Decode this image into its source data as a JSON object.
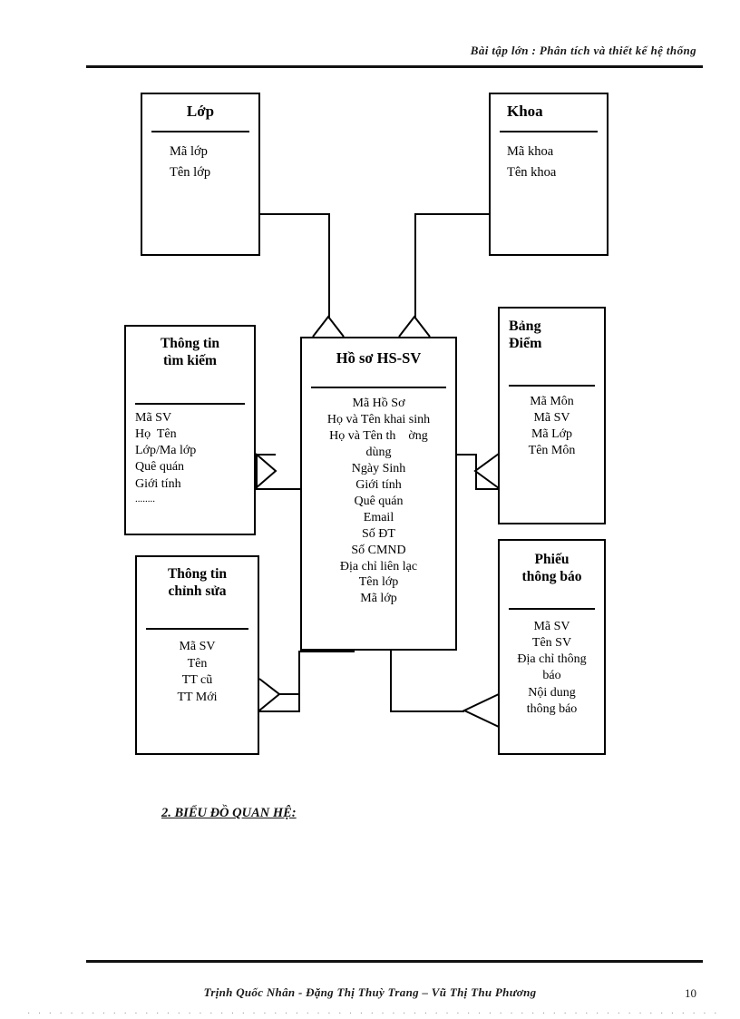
{
  "document": {
    "header": "Bài tập lớn : Phân tích và thiết kế hệ thống",
    "footer_authors": "Trịnh Quốc Nhân - Đặng Thị Thuỳ Trang – Vũ Thị Thu Phương",
    "page_number": "10",
    "caption": "2. BIỂU ĐỒ QUAN HỆ:"
  },
  "diagram": {
    "type": "entity-relationship",
    "entities": [
      {
        "id": "lop",
        "title": "Lớp",
        "attributes": [
          "Mã lớp",
          "Tên lớp"
        ]
      },
      {
        "id": "khoa",
        "title": "Khoa",
        "attributes": [
          "Mã khoa",
          "Tên khoa"
        ]
      },
      {
        "id": "hoso",
        "title": "Hồ sơ HS-SV",
        "attributes": [
          "Mã Hồ Sơ",
          "Họ và Tên khai sinh",
          "Họ và Tên th    ờng",
          "dùng",
          "Ngày Sinh",
          "Giới tính",
          "Quê quán",
          "Email",
          "Số ĐT",
          "Số CMND",
          "Địa chỉ liên lạc",
          "Tên lớp",
          "Mã lớp"
        ]
      },
      {
        "id": "timkiem",
        "title": "Thông tin\ntìm kiếm",
        "title_line1": "Thông tin",
        "title_line2": "tìm kiếm",
        "attributes": [
          "Mã SV",
          "Họ  Tên",
          "Lớp/Ma lớp",
          "Quê quán",
          "Giới tính",
          "........"
        ]
      },
      {
        "id": "chinhsua",
        "title_line1": "Thông tin",
        "title_line2": "chỉnh sửa",
        "attributes": [
          "Mã SV",
          "Tên",
          "TT cũ",
          "TT Mới"
        ]
      },
      {
        "id": "bangdiem",
        "title_line1": "Bảng",
        "title_line2": "Điểm",
        "attributes": [
          "Mã Môn",
          "Mã SV",
          "Mã Lớp",
          "Tên Môn"
        ]
      },
      {
        "id": "phieu",
        "title_line1": "Phiếu",
        "title_line2": "thông báo",
        "attributes": [
          "Mã SV",
          "Tên SV",
          "Địa chỉ thông",
          "báo",
          "Nội dung",
          "thông báo"
        ]
      }
    ],
    "relationships": [
      {
        "from": "lop",
        "to": "hoso",
        "notation": "crow-foot"
      },
      {
        "from": "khoa",
        "to": "hoso",
        "notation": "crow-foot"
      },
      {
        "from": "timkiem",
        "to": "hoso",
        "notation": "crow-foot"
      },
      {
        "from": "chinhsua",
        "to": "hoso",
        "notation": "crow-foot"
      },
      {
        "from": "hoso",
        "to": "bangdiem",
        "notation": "crow-foot"
      },
      {
        "from": "hoso",
        "to": "phieu",
        "notation": "crow-foot"
      }
    ]
  },
  "colors": {
    "ink": "#000000",
    "paper": "#ffffff"
  }
}
